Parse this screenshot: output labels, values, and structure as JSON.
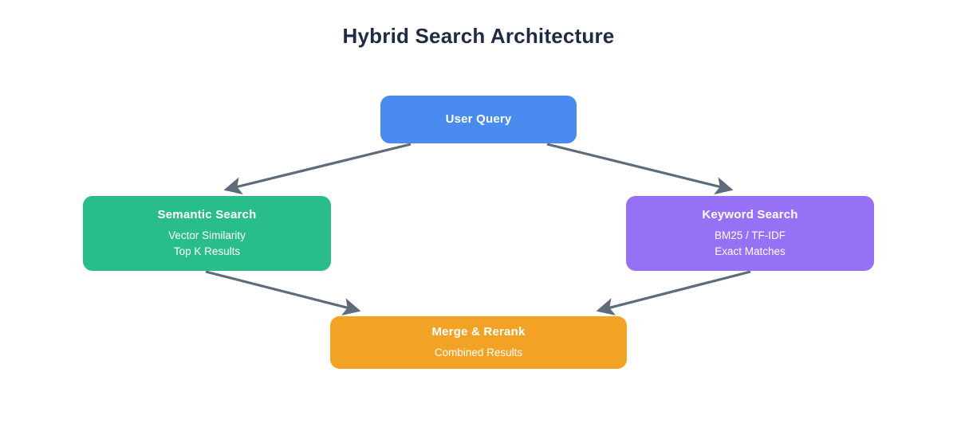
{
  "diagram": {
    "title": "Hybrid Search Architecture",
    "background_color": "#ffffff",
    "title_color": "#1f2a44",
    "edge_color": "#5f6b7a",
    "nodes": [
      {
        "id": "user-query",
        "title": "User Query",
        "subtitle_lines": [],
        "color": "#4a8bf0"
      },
      {
        "id": "semantic-search",
        "title": "Semantic Search",
        "subtitle_lines": [
          "Vector Similarity",
          "Top K Results"
        ],
        "color": "#28bd89"
      },
      {
        "id": "keyword-search",
        "title": "Keyword Search",
        "subtitle_lines": [
          "BM25 / TF-IDF",
          "Exact Matches"
        ],
        "color": "#9670f5"
      },
      {
        "id": "merge-rerank",
        "title": "Merge & Rerank",
        "subtitle_lines": [
          "Combined Results"
        ],
        "color": "#f2a326"
      }
    ],
    "edges": [
      {
        "id": "user-query-to-semantic-search",
        "from": "user-query",
        "to": "semantic-search"
      },
      {
        "id": "user-query-to-keyword-search",
        "from": "user-query",
        "to": "keyword-search"
      },
      {
        "id": "semantic-search-to-merge-rerank",
        "from": "semantic-search",
        "to": "merge-rerank"
      },
      {
        "id": "keyword-search-to-merge-rerank",
        "from": "keyword-search",
        "to": "merge-rerank"
      }
    ]
  }
}
